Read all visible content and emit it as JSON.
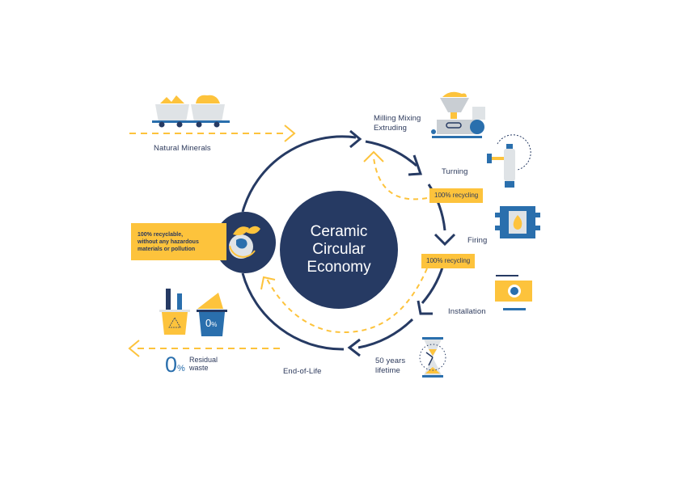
{
  "diagram": {
    "title_lines": [
      "Ceramic",
      "Circular",
      "Economy"
    ],
    "colors": {
      "navy": "#263a63",
      "yellow": "#fdc33c",
      "blue": "#2a6fad",
      "light_gray": "#dfe3e6",
      "text": "#2d3a5c"
    },
    "input": {
      "label": "Natural Minerals",
      "icon": "mine-cart-icon"
    },
    "stages": [
      {
        "label_lines": [
          "Milling Mixing",
          "Extruding"
        ],
        "icon": "extruder-machine-icon"
      },
      {
        "label_lines": [
          "Turning"
        ],
        "icon": "lathe-turning-icon"
      },
      {
        "label_lines": [
          "Firing"
        ],
        "icon": "kiln-fire-icon"
      },
      {
        "label_lines": [
          "Installation"
        ],
        "icon": "toolbox-icon"
      },
      {
        "label_lines": [
          "50 years",
          "lifetime"
        ],
        "icon": "hourglass-clock-icon"
      },
      {
        "label_lines": [
          "End-of-Life"
        ],
        "icon": ""
      }
    ],
    "recycling_tags": [
      "100% recycling",
      "100% recycling"
    ],
    "recyclable_note": [
      "100% recyclable,",
      "without any hazardous",
      "materials or pollution"
    ],
    "globe_icon": "globe-leaf-icon",
    "waste": {
      "bins_icon": "waste-bins-icon",
      "bin_label_value": "0",
      "bin_label_unit": "%",
      "value": "0",
      "unit": "%",
      "label_lines": [
        "Residual",
        "waste"
      ]
    }
  }
}
